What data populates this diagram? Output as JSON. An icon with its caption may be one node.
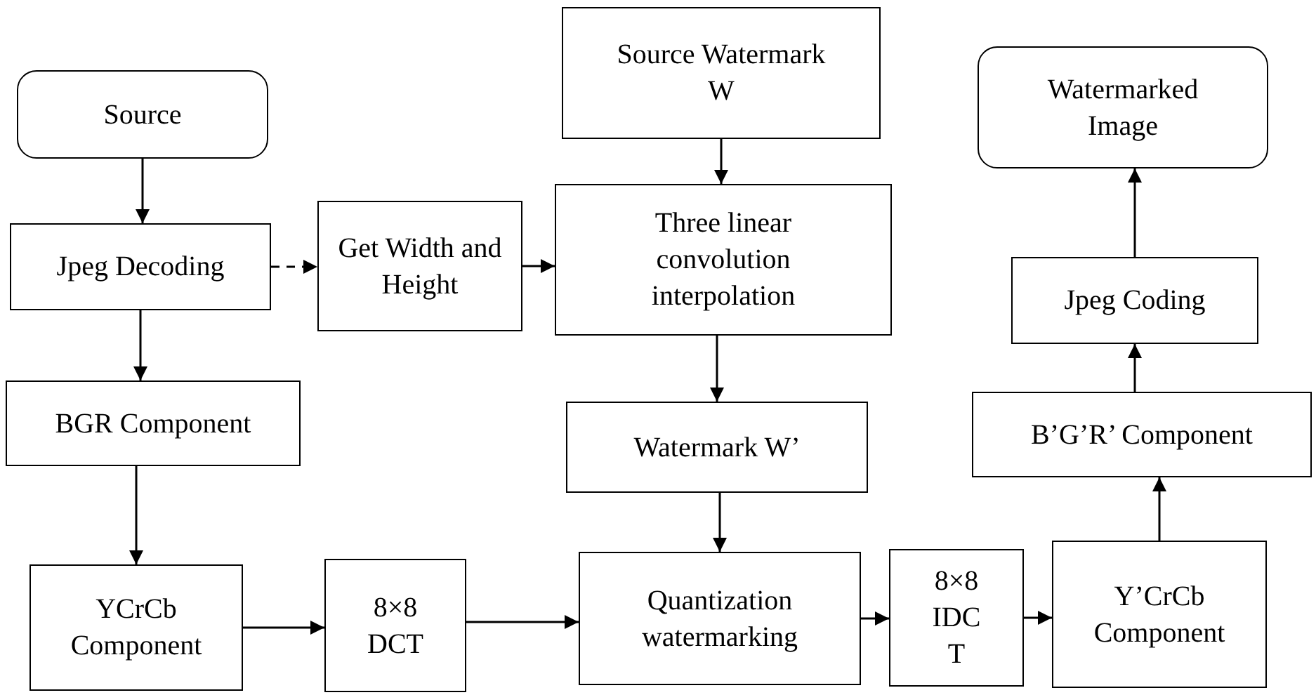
{
  "diagram": {
    "nodes": [
      {
        "text": [
          "Source"
        ]
      },
      {
        "text": [
          "Jpeg Decoding"
        ]
      },
      {
        "text": [
          "Get Width and Height"
        ]
      },
      {
        "text": [
          "Source Watermark W"
        ]
      },
      {
        "text": [
          "Three linear convolution interpolation"
        ]
      },
      {
        "text": [
          "Watermarked Image"
        ]
      },
      {
        "text": [
          "Jpeg Coding"
        ]
      },
      {
        "text": [
          "BGR Component"
        ]
      },
      {
        "text": [
          "Watermark W’"
        ]
      },
      {
        "text": [
          "B’G’R’ Component"
        ]
      },
      {
        "text": [
          "YCrCb Component"
        ]
      },
      {
        "text": [
          "8×8 DCT"
        ]
      },
      {
        "text": [
          "Quantization watermarking"
        ]
      },
      {
        "text": [
          "8×8 IDC T"
        ]
      },
      {
        "text": [
          "Y’CrCb Component"
        ]
      }
    ],
    "edges": [
      {
        "from": 0,
        "to": 1,
        "arrow": "to"
      },
      {
        "from": 1,
        "to": 2,
        "arrow": "to",
        "style": "dashed"
      },
      {
        "from": 2,
        "to": 4,
        "arrow": "to"
      },
      {
        "from": 3,
        "to": 4,
        "arrow": "to"
      },
      {
        "from": 1,
        "to": 7,
        "arrow": "to"
      },
      {
        "from": 7,
        "to": 10,
        "arrow": "to"
      },
      {
        "from": 4,
        "to": 8,
        "arrow": "to"
      },
      {
        "from": 8,
        "to": 12,
        "arrow": "to"
      },
      {
        "from": 10,
        "to": 11,
        "arrow": "to"
      },
      {
        "from": 11,
        "to": 12,
        "arrow": "to"
      },
      {
        "from": 12,
        "to": 13,
        "arrow": "to"
      },
      {
        "from": 13,
        "to": 14,
        "arrow": "to"
      },
      {
        "from": 14,
        "to": 9,
        "arrow": "to"
      },
      {
        "from": 9,
        "to": 6,
        "arrow": "to"
      },
      {
        "from": 6,
        "to": 5,
        "arrow": "to"
      }
    ]
  }
}
